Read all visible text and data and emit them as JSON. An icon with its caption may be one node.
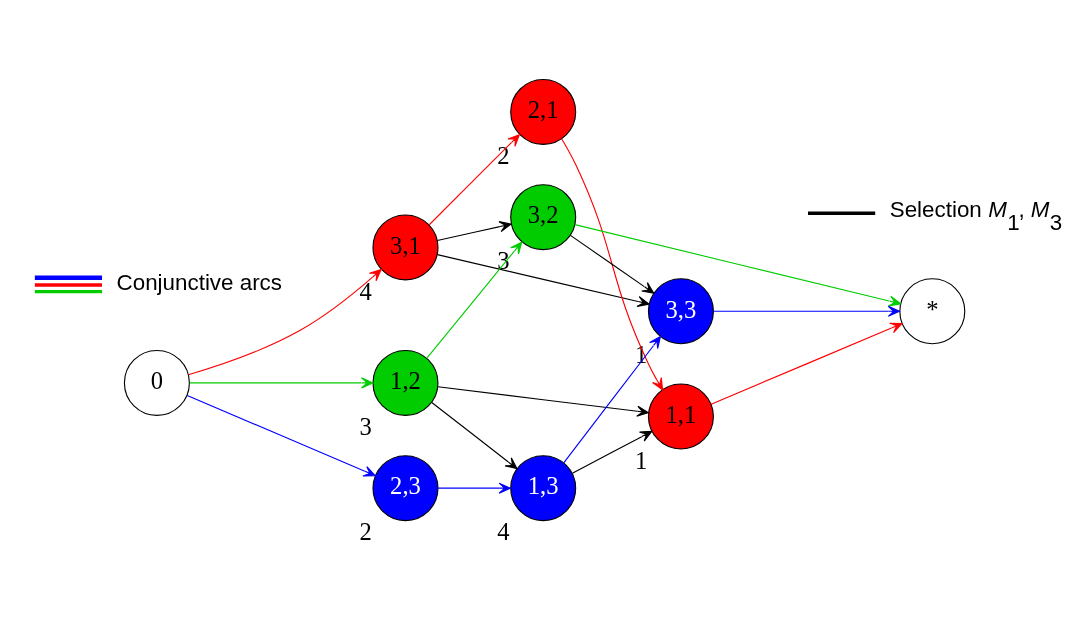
{
  "diagram": {
    "nodes": [
      {
        "text": [
          "0"
        ]
      },
      {
        "text": [
          "3,1"
        ],
        "beside": [
          "4"
        ]
      },
      {
        "text": [
          "2,1"
        ],
        "beside": [
          "2"
        ]
      },
      {
        "text": [
          "1,1"
        ],
        "beside": [
          "1"
        ]
      },
      {
        "text": [
          "1,2"
        ],
        "beside": [
          "3"
        ]
      },
      {
        "text": [
          "3,2"
        ],
        "beside": [
          "3"
        ]
      },
      {
        "text": [
          "2,3"
        ],
        "beside": [
          "2"
        ]
      },
      {
        "text": [
          "1,3"
        ],
        "beside": [
          "4"
        ]
      },
      {
        "text": [
          "3,3"
        ],
        "beside": [
          "1"
        ]
      },
      {
        "text": [
          "*"
        ]
      }
    ],
    "edges": [
      {
        "from": 0,
        "to": 1,
        "arrow": "to",
        "color": "#ff0000"
      },
      {
        "from": 1,
        "to": 2,
        "arrow": "to",
        "color": "#ff0000"
      },
      {
        "from": 2,
        "to": 3,
        "arrow": "to",
        "color": "#ff0000"
      },
      {
        "from": 3,
        "to": 9,
        "arrow": "to",
        "color": "#ff0000"
      },
      {
        "from": 0,
        "to": 4,
        "arrow": "to",
        "color": "#00cc00"
      },
      {
        "from": 4,
        "to": 5,
        "arrow": "to",
        "color": "#00cc00"
      },
      {
        "from": 5,
        "to": 9,
        "arrow": "to",
        "color": "#00cc00"
      },
      {
        "from": 0,
        "to": 6,
        "arrow": "to",
        "color": "#0000ff"
      },
      {
        "from": 6,
        "to": 7,
        "arrow": "to",
        "color": "#0000ff"
      },
      {
        "from": 7,
        "to": 8,
        "arrow": "to",
        "color": "#0000ff"
      },
      {
        "from": 8,
        "to": 9,
        "arrow": "to",
        "color": "#0000ff"
      },
      {
        "from": 1,
        "to": 5,
        "arrow": "to"
      },
      {
        "from": 1,
        "to": 8,
        "arrow": "to"
      },
      {
        "from": 4,
        "to": 3,
        "arrow": "to"
      },
      {
        "from": 4,
        "to": 7,
        "arrow": "to"
      },
      {
        "from": 5,
        "to": 8,
        "arrow": "to"
      },
      {
        "from": 7,
        "to": 3,
        "arrow": "to"
      }
    ],
    "legend": [
      {
        "text": "Conjunctive arcs"
      },
      {
        "text": "Selection *M*$_{1}$, *M*$_{3}$"
      }
    ]
  }
}
